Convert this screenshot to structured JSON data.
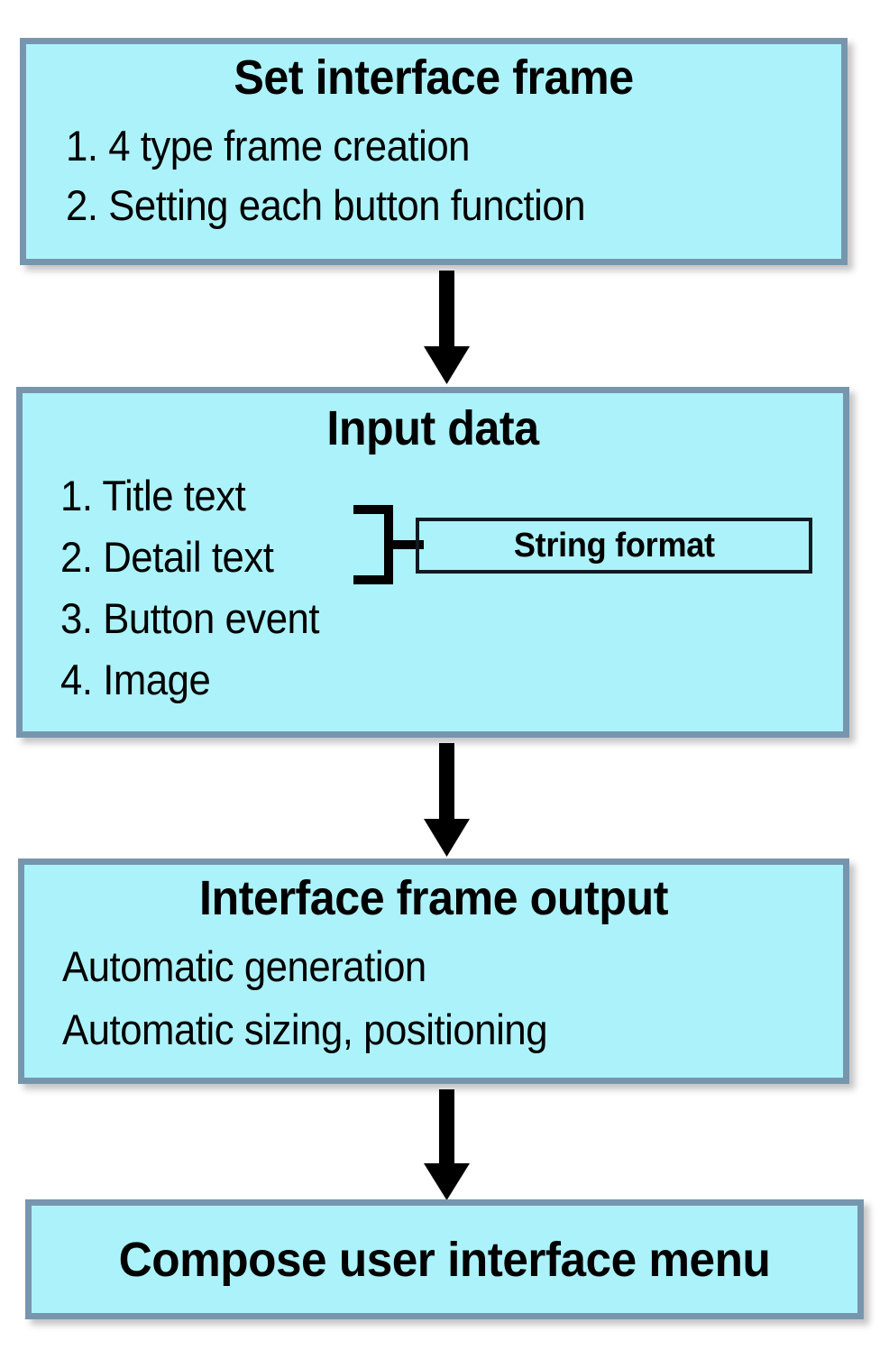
{
  "diagram": {
    "type": "flowchart",
    "orientation": "top-to-bottom",
    "colors": {
      "node_fill": "#acf2fa",
      "node_border": "#7796ae",
      "arrow": "#000000",
      "text": "#000000",
      "callout_border": "#111a22",
      "background": "#ffffff"
    },
    "nodes": [
      {
        "id": "set-interface-frame",
        "title": "Set interface frame",
        "lines": [
          "1. 4 type frame creation",
          "2. Setting each button function"
        ]
      },
      {
        "id": "input-data",
        "title": "Input data",
        "lines": [
          "1. Title text",
          "2. Detail  text",
          "3. Button event",
          "4. Image"
        ]
      },
      {
        "id": "interface-frame-output",
        "title": "Interface frame output",
        "lines": [
          "Automatic  generation",
          "Automatic  sizing, positioning"
        ]
      },
      {
        "id": "compose-menu",
        "title": "Compose user interface menu",
        "lines": []
      }
    ],
    "callouts": [
      {
        "id": "string-format",
        "label": "String format",
        "attached_to": "input-data",
        "groups_items": [
          "1. Title text",
          "2. Detail  text"
        ],
        "connector": "right-bracket"
      }
    ],
    "edges": [
      {
        "id": "arrow-1",
        "from": "set-interface-frame",
        "to": "input-data",
        "shape": "down-arrow"
      },
      {
        "id": "arrow-2",
        "from": "input-data",
        "to": "interface-frame-output",
        "shape": "down-arrow"
      },
      {
        "id": "arrow-3",
        "from": "interface-frame-output",
        "to": "compose-menu",
        "shape": "down-arrow"
      }
    ]
  }
}
